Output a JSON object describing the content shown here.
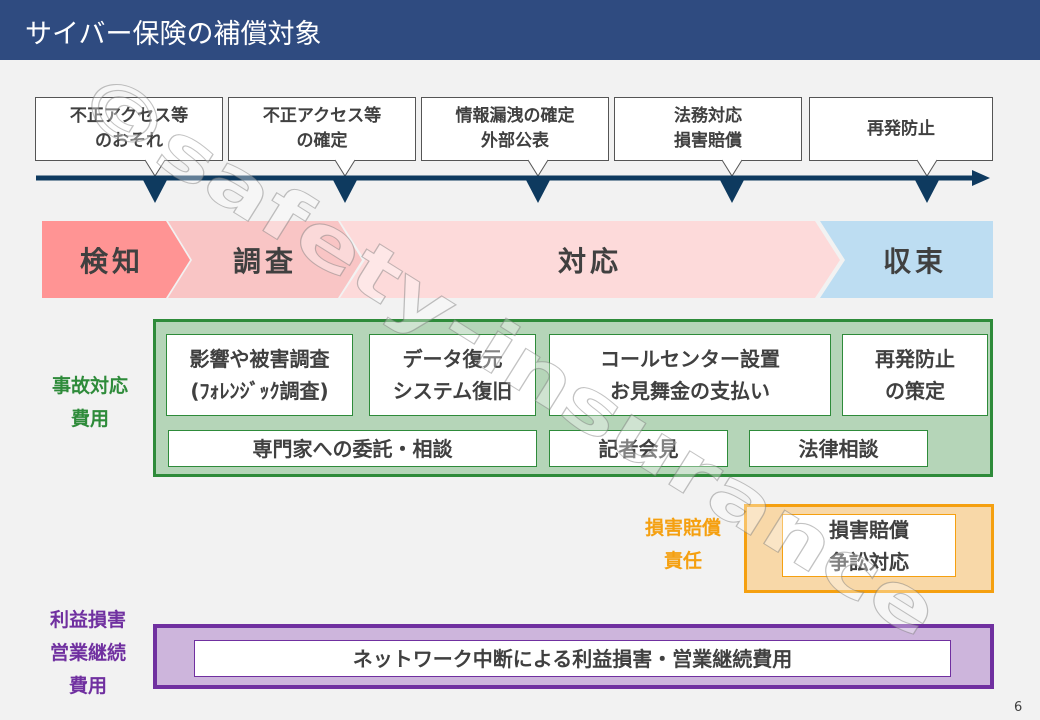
{
  "header": {
    "title": "サイバー保険の補償対象"
  },
  "timeline": {
    "events": [
      "不正アクセス等\nのおそれ",
      "不正アクセス等\nの確定",
      "情報漏洩の確定\n外部公表",
      "法務対応\n損害賠償",
      "再発防止"
    ]
  },
  "phases": [
    "検知",
    "調査",
    "対応",
    "収束"
  ],
  "incident": {
    "label": "事故対応\n費用",
    "items": [
      "影響や被害調査\n(ﾌｫﾚﾝｼﾞｯｸ調査)",
      "データ復元\nシステム復旧",
      "コールセンター設置\nお見舞金の支払い",
      "再発防止\nの策定",
      "専門家への委託・相談",
      "記者会見",
      "法律相談"
    ]
  },
  "liability": {
    "label": "損害賠償\n責任",
    "item": "損害賠償\n争訟対応"
  },
  "business": {
    "label": "利益損害\n営業継続\n費用",
    "item": "ネットワーク中断による利益損害・営業継続費用"
  },
  "watermark": "©safety-insurance",
  "page_number": "6",
  "colors": {
    "header": "#2F4B80",
    "green": "#2E8B3A",
    "orange": "#F5A010",
    "purple": "#7030A0"
  }
}
